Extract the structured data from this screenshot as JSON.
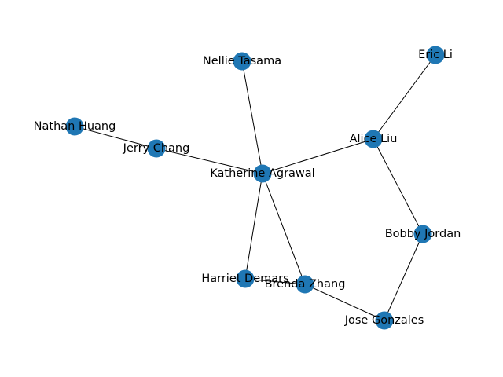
{
  "graph": {
    "node_color": "#1f77b4",
    "edge_color": "#000000",
    "label_color": "#000000",
    "nodes": [
      {
        "id": "eric",
        "label": "Eric Li"
      },
      {
        "id": "nellie",
        "label": "Nellie Tasama"
      },
      {
        "id": "nathan",
        "label": "Nathan Huang"
      },
      {
        "id": "jerry",
        "label": "Jerry Chang"
      },
      {
        "id": "alice",
        "label": "Alice Liu"
      },
      {
        "id": "katherine",
        "label": "Katherine Agrawal"
      },
      {
        "id": "bobby",
        "label": "Bobby Jordan"
      },
      {
        "id": "harriet",
        "label": "Harriet Demars"
      },
      {
        "id": "brenda",
        "label": "Brenda Zhang"
      },
      {
        "id": "jose",
        "label": "Jose Gonzales"
      }
    ],
    "edges": [
      {
        "source": "nathan",
        "target": "jerry"
      },
      {
        "source": "jerry",
        "target": "katherine"
      },
      {
        "source": "nellie",
        "target": "katherine"
      },
      {
        "source": "katherine",
        "target": "alice"
      },
      {
        "source": "katherine",
        "target": "harriet"
      },
      {
        "source": "katherine",
        "target": "brenda"
      },
      {
        "source": "alice",
        "target": "eric"
      },
      {
        "source": "alice",
        "target": "bobby"
      },
      {
        "source": "bobby",
        "target": "jose"
      },
      {
        "source": "harriet",
        "target": "brenda"
      },
      {
        "source": "brenda",
        "target": "jose"
      }
    ]
  }
}
